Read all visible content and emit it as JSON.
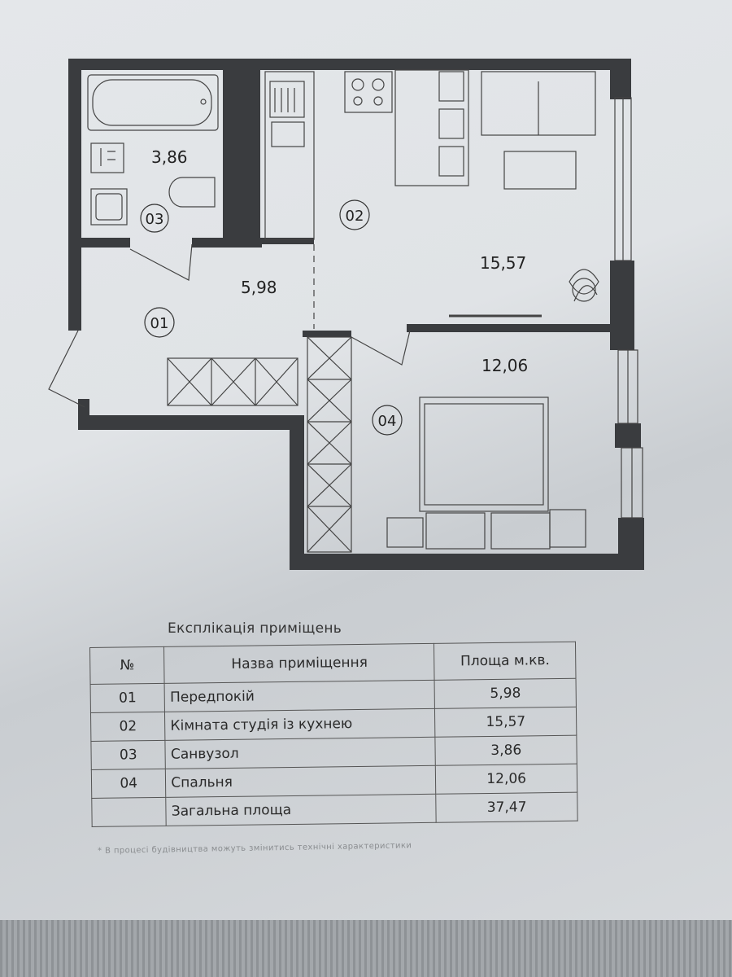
{
  "plan": {
    "rooms": [
      {
        "id": "01",
        "area": "5,98"
      },
      {
        "id": "02",
        "area": "15,57"
      },
      {
        "id": "03",
        "area": "3,86"
      },
      {
        "id": "04",
        "area": "12,06"
      }
    ]
  },
  "explication": {
    "title": "Експлікація приміщень",
    "headers": {
      "num": "№",
      "name": "Назва приміщення",
      "area": "Площа м.кв."
    },
    "rows": [
      {
        "num": "01",
        "name": "Передпокій",
        "area": "5,98"
      },
      {
        "num": "02",
        "name": "Кімната студія із кухнею",
        "area": "15,57"
      },
      {
        "num": "03",
        "name": "Санвузол",
        "area": "3,86"
      },
      {
        "num": "04",
        "name": "Спальня",
        "area": "12,06"
      }
    ],
    "total": {
      "num": "",
      "name": "Загальна площа",
      "area": "37,47"
    }
  },
  "footnote": "* В процесі будівництва можуть змінитись технічні характеристики",
  "colors": {
    "wall": "#3a3c3f",
    "line": "#444444",
    "paper": "#e3e6e9"
  }
}
